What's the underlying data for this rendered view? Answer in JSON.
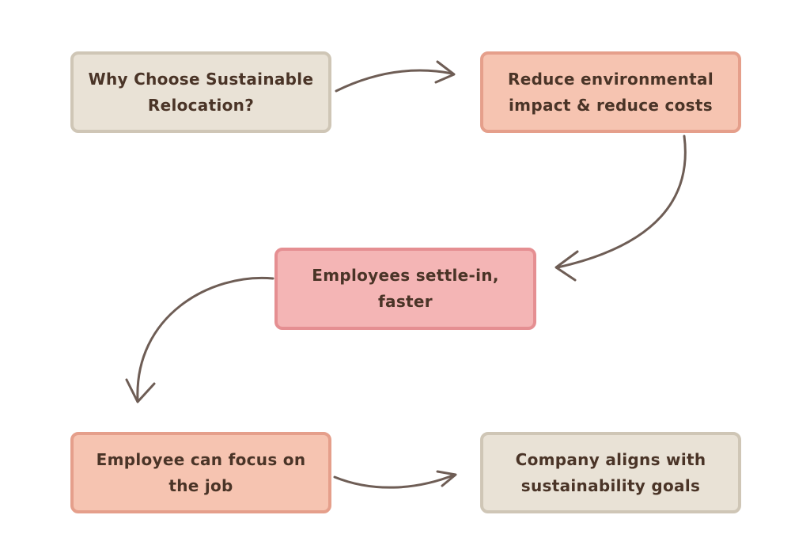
{
  "colors": {
    "beige_fill": "#e9e2d6",
    "beige_border": "#cfc6b6",
    "peach_fill": "#f6c4b1",
    "peach_border": "#e59f8b",
    "pink_fill": "#f4b5b5",
    "pink_border": "#e58f92",
    "text": "#4a3427",
    "arrow": "#6e5d55"
  },
  "nodes": [
    {
      "id": "why-choose",
      "text": "Why Choose Sustainable Relocation?",
      "style": "beige"
    },
    {
      "id": "reduce-impact",
      "text": "Reduce environmental impact & reduce costs",
      "style": "peach"
    },
    {
      "id": "settle-in",
      "text": "Employees settle-in, faster",
      "style": "pink"
    },
    {
      "id": "focus-job",
      "text": "Employee can focus on the job",
      "style": "peach"
    },
    {
      "id": "company-aligns",
      "text": "Company aligns with sustainability goals",
      "style": "beige"
    }
  ],
  "edges": [
    {
      "from": "why-choose",
      "to": "reduce-impact"
    },
    {
      "from": "reduce-impact",
      "to": "settle-in"
    },
    {
      "from": "settle-in",
      "to": "focus-job"
    },
    {
      "from": "focus-job",
      "to": "company-aligns"
    }
  ]
}
